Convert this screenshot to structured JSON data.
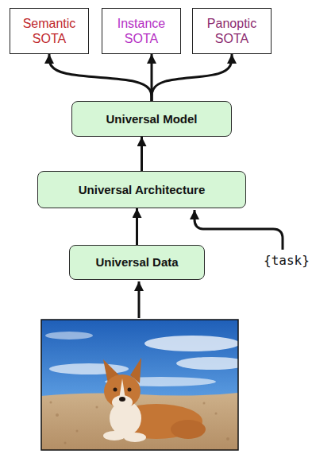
{
  "diagram": {
    "nodes": [
      {
        "text": [
          "Semantic SOTA"
        ]
      },
      {
        "text": [
          "Instance SOTA"
        ]
      },
      {
        "text": [
          "Panoptic SOTA"
        ]
      },
      {
        "text": [
          "Universal Model"
        ]
      },
      {
        "text": [
          "Universal Architecture"
        ]
      },
      {
        "text": [
          "Universal Data"
        ]
      }
    ],
    "edges": [
      {
        "from": 5,
        "to": 4,
        "arrow": "to"
      },
      {
        "from": 4,
        "to": 3,
        "arrow": "to"
      },
      {
        "from": 3,
        "to": 0,
        "arrow": "to"
      },
      {
        "from": 3,
        "to": 1,
        "arrow": "to"
      },
      {
        "from": 3,
        "to": 2,
        "arrow": "to"
      }
    ],
    "labels": [
      "{task}"
    ]
  }
}
